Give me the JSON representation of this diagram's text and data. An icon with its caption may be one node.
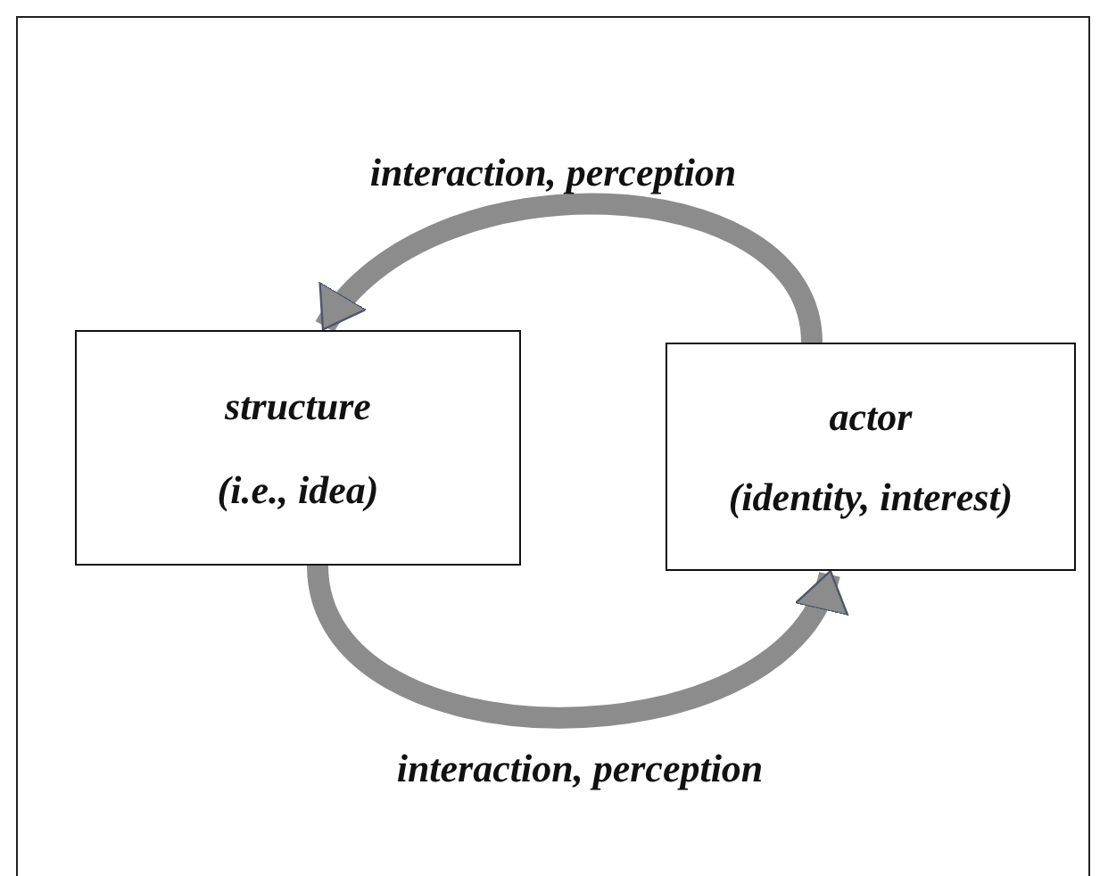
{
  "diagram": {
    "nodes": [
      {
        "text": [
          "structure",
          "(i.e., idea)"
        ]
      },
      {
        "text": [
          "actor",
          "(identity, interest)"
        ]
      }
    ],
    "edges": [
      {
        "from": 1,
        "to": 0,
        "arrow": "to",
        "label": "interaction, perception"
      },
      {
        "from": 0,
        "to": 1,
        "arrow": "to",
        "label": "interaction, perception"
      }
    ]
  }
}
